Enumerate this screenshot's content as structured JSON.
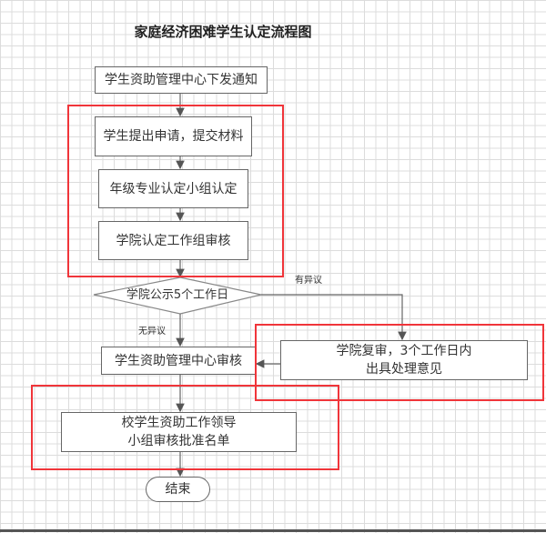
{
  "title": "家庭经济困难学生认定流程图",
  "nodes": {
    "notice": "学生资助管理中心下发通知",
    "apply": "学生提出申请，提交材料",
    "grade_group": "年级专业认定小组认定",
    "college_review": "学院认定工作组审核",
    "publicity": "学院公示5个工作日",
    "center_review": "学生资助管理中心审核",
    "recheck_line1": "学院复审，3个工作日内",
    "recheck_line2": "出具处理意见",
    "school_line1": "校学生资助工作领导",
    "school_line2": "小组审核批准名单",
    "end": "结束"
  },
  "edge_labels": {
    "objection": "有异议",
    "no_objection": "无异议"
  },
  "colors": {
    "highlight": "#f0353a",
    "stroke": "#666666"
  }
}
